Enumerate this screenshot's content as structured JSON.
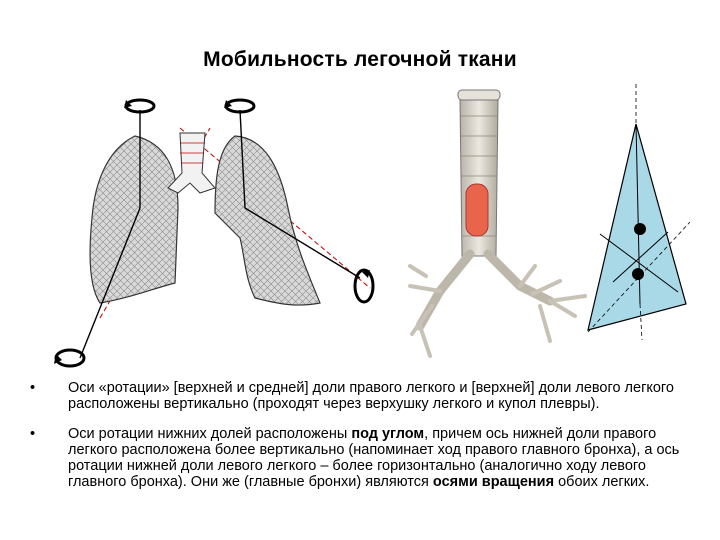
{
  "title": "Мобильность легочной ткани",
  "bullet_marker": "•",
  "bullets": [
    {
      "p1": "Оси «ротации» [верхней и средней] доли правого легкого и  [верхней] доли левого легкого расположены вертикально (проходят через верхушку легкого и купол плевры)."
    },
    {
      "p1": "Оси ротации нижних долей расположены ",
      "b1": "под углом",
      "p2": ", причем ось нижней доли правого легкого расположена более вертикально (напоминает ход правого главного бронха), а ось ротации нижней доли левого легкого – более горизонтально (аналогично ходу левого главного бронха). Они же (главные бронхи) являются ",
      "b2": "осями вращения",
      "p3": " обоих легких."
    }
  ],
  "colors": {
    "lung_fill": "#d9d9d9",
    "axis_line": "#c00000",
    "trachea_highlight": "#e8644a",
    "pyramid_fill": "#a9d8e6"
  }
}
